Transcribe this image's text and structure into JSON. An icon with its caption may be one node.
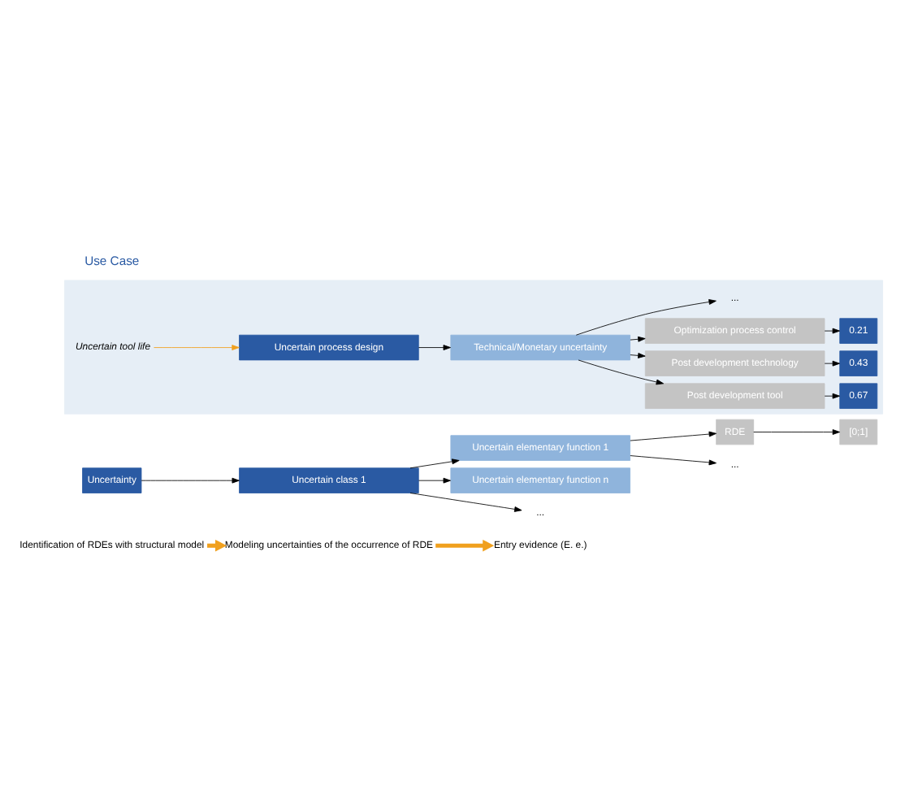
{
  "diagram": {
    "nodes": [
      {
        "text": [
          "Identification of RDEs with structural model"
        ]
      },
      {
        "text": [
          "Modeling uncertainties of the occurrence of RDE"
        ]
      },
      {
        "text": [
          "Entry evidence (E. e.)"
        ]
      },
      {
        "text": [
          "Uncertainty"
        ]
      },
      {
        "text": [
          "Uncertain class 1"
        ]
      },
      {
        "text": [
          "Uncertain elementary function 1"
        ]
      },
      {
        "text": [
          "RDE"
        ]
      },
      {
        "text": [
          "..."
        ]
      },
      {
        "text": [
          "Uncertain elementary function n"
        ]
      },
      {
        "text": [
          "..."
        ]
      },
      {
        "text": [
          "[0;1]"
        ]
      },
      {
        "text": [],
        "shape": "box"
      },
      {
        "text": [
          "Uncertain tool life"
        ],
        "in": 11
      },
      {
        "text": [
          "Uncertain process design"
        ],
        "in": 11
      },
      {
        "text": [
          "Technical/Monetary uncertainty"
        ],
        "in": 11
      },
      {
        "text": [
          "Post development tool"
        ],
        "in": 11
      },
      {
        "text": [
          "Post development technology"
        ],
        "in": 11
      },
      {
        "text": [
          "Optimization process control"
        ],
        "in": 11
      },
      {
        "text": [
          "..."
        ],
        "in": 11
      },
      {
        "text": [
          "0.67"
        ],
        "in": 11
      },
      {
        "text": [
          "0.43"
        ],
        "in": 11
      },
      {
        "text": [
          "0.21"
        ],
        "in": 11
      }
    ],
    "edges": [
      {
        "from": 0,
        "to": 1,
        "arrow": "to",
        "style": "thick",
        "color": "#f0a01e"
      },
      {
        "from": 1,
        "to": 2,
        "arrow": "to",
        "style": "thick",
        "color": "#f0a01e"
      },
      {
        "from": 3,
        "to": 4,
        "arrow": "to"
      },
      {
        "from": 4,
        "to": 5,
        "arrow": "to"
      },
      {
        "from": 5,
        "to": 6,
        "arrow": "to"
      },
      {
        "from": 5,
        "to": 7,
        "arrow": "to"
      },
      {
        "from": 4,
        "to": 8,
        "arrow": "to"
      },
      {
        "from": 4,
        "to": 9,
        "arrow": "to"
      },
      {
        "from": 6,
        "to": 10,
        "arrow": "to"
      },
      {
        "from": 12,
        "to": 13,
        "arrow": "to",
        "color": "#f0a01e"
      },
      {
        "from": 13,
        "to": 14,
        "arrow": "to"
      },
      {
        "from": 14,
        "to": 15,
        "arrow": "to"
      },
      {
        "from": 14,
        "to": 16,
        "arrow": "to"
      },
      {
        "from": 14,
        "to": 17,
        "arrow": "to"
      },
      {
        "from": 14,
        "to": 18,
        "arrow": "to"
      },
      {
        "from": 15,
        "to": 19,
        "arrow": "to"
      },
      {
        "from": 16,
        "to": 20,
        "arrow": "to"
      },
      {
        "from": 17,
        "to": 21,
        "arrow": "to"
      }
    ],
    "labels": [
      "Use Case"
    ]
  }
}
